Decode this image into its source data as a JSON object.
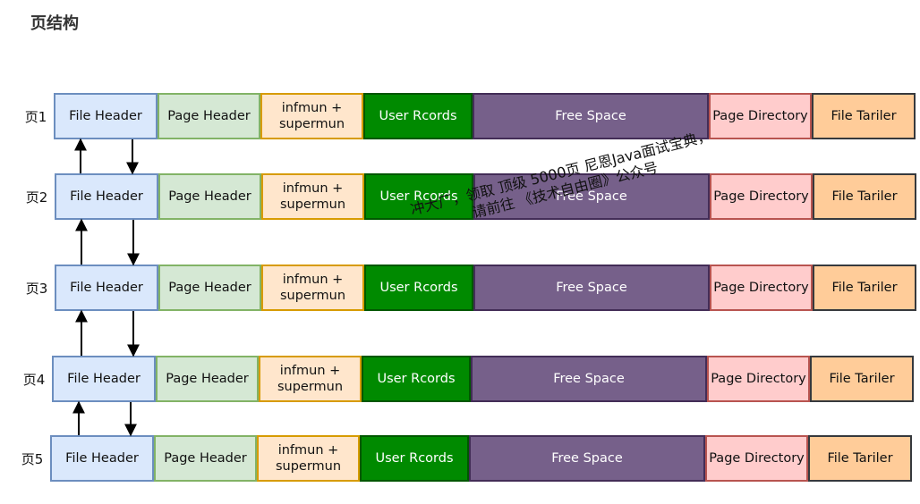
{
  "title": "页结构",
  "segment_styles": [
    {
      "fill": "#dae8fc",
      "stroke": "#6c8ebf",
      "text": "#111111"
    },
    {
      "fill": "#d5e8d4",
      "stroke": "#82b366",
      "text": "#111111"
    },
    {
      "fill": "#ffe6cc",
      "stroke": "#d79b00",
      "text": "#111111"
    },
    {
      "fill": "#008a00",
      "stroke": "#005700",
      "text": "#ffffff"
    },
    {
      "fill": "#76608a",
      "stroke": "#432d57",
      "text": "#ffffff"
    },
    {
      "fill": "#ffcccc",
      "stroke": "#b85450",
      "text": "#111111"
    },
    {
      "fill": "#ffcc99",
      "stroke": "#36393d",
      "text": "#111111"
    }
  ],
  "pages": [
    {
      "label": "页1",
      "segments": [
        "File Header",
        "Page Header",
        "infmun +\nsupermun",
        "User Rcords",
        "Free Space",
        "Page Directory",
        "File Tariler"
      ]
    },
    {
      "label": "页2",
      "segments": [
        "File Header",
        "Page Header",
        "infmun +\nsupermun",
        "User Rcords",
        "Free Space",
        "Page Directory",
        "File Tariler"
      ]
    },
    {
      "label": "页3",
      "segments": [
        "File Header",
        "Page Header",
        "infmun +\nsupermun",
        "User Rcords",
        "Free Space",
        "Page Directory",
        "File Tariler"
      ]
    },
    {
      "label": "页4",
      "segments": [
        "File Header",
        "Page Header",
        "infmun +\nsupermun",
        "User Rcords",
        "Free Space",
        "Page Directory",
        "File Tariler"
      ]
    },
    {
      "label": "页5",
      "segments": [
        "File Header",
        "Page Header",
        "infmun +\nsupermun",
        "User Rcords",
        "Free Space",
        "Page Directory",
        "File Tariler"
      ]
    }
  ],
  "watermark": {
    "line1": "冲大厂，领取 顶级 5000页 尼恩Java面试宝典，",
    "line2": "请前往 《技术自由圈》公众号"
  }
}
